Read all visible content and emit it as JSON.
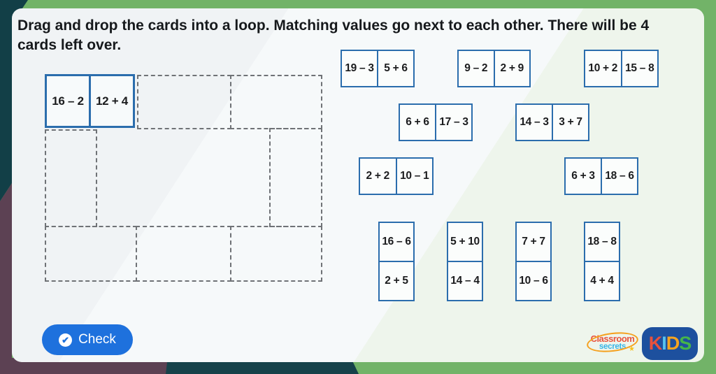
{
  "title": "Drag and drop the cards into a loop. Matching values go next to each other. There will be 4 cards left over.",
  "placed_card": {
    "a": "16 – 2",
    "b": "12 + 4"
  },
  "cards_horizontal": [
    {
      "a": "19 – 3",
      "b": "5 + 6"
    },
    {
      "a": "9 – 2",
      "b": "2 + 9"
    },
    {
      "a": "10 + 2",
      "b": "15 – 8"
    },
    {
      "a": "6 + 6",
      "b": "17 – 3"
    },
    {
      "a": "14 – 3",
      "b": "3 + 7"
    },
    {
      "a": "2 + 2",
      "b": "10 – 1"
    },
    {
      "a": "6 + 3",
      "b": "18 – 6"
    }
  ],
  "cards_vertical": [
    {
      "a": "16 – 6",
      "b": "2 + 5"
    },
    {
      "a": "5 + 10",
      "b": "14 – 4"
    },
    {
      "a": "7 + 7",
      "b": "10 – 6"
    },
    {
      "a": "18 – 8",
      "b": "4 + 4"
    }
  ],
  "check_button": {
    "label": "Check",
    "icon_glyph": "✔"
  },
  "logos": {
    "classroom": {
      "word1": "Classroom",
      "word2": "secrets",
      "star": "★"
    },
    "kids": {
      "k": "K",
      "i": "I",
      "d": "D",
      "s": "S"
    }
  },
  "colors": {
    "frame_green": "#72b368",
    "corner_teal": "#123f47",
    "corner_maroon": "#5c4153",
    "card_border_blue": "#2b6dad",
    "button_blue": "#1e71dd",
    "title_text": "#16191c"
  }
}
